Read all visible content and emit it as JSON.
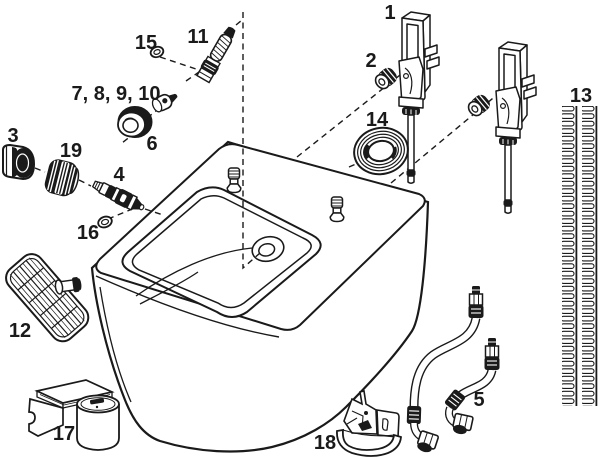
{
  "diagram": {
    "background": "#ffffff",
    "line_color": "#1a1a1a",
    "parts": {
      "p1": {
        "label": "1"
      },
      "p2": {
        "label": "2"
      },
      "p3": {
        "label": "3"
      },
      "p4": {
        "label": "4"
      },
      "p5": {
        "label": "5"
      },
      "p6": {
        "label": "6"
      },
      "p7_10": {
        "label": "7, 8, 9, 10"
      },
      "p11": {
        "label": "11"
      },
      "p12": {
        "label": "12"
      },
      "p13": {
        "label": "13"
      },
      "p14": {
        "label": "14"
      },
      "p15": {
        "label": "15"
      },
      "p16": {
        "label": "16"
      },
      "p17": {
        "label": "17"
      },
      "p18": {
        "label": "18"
      },
      "p19": {
        "label": "19"
      }
    }
  }
}
